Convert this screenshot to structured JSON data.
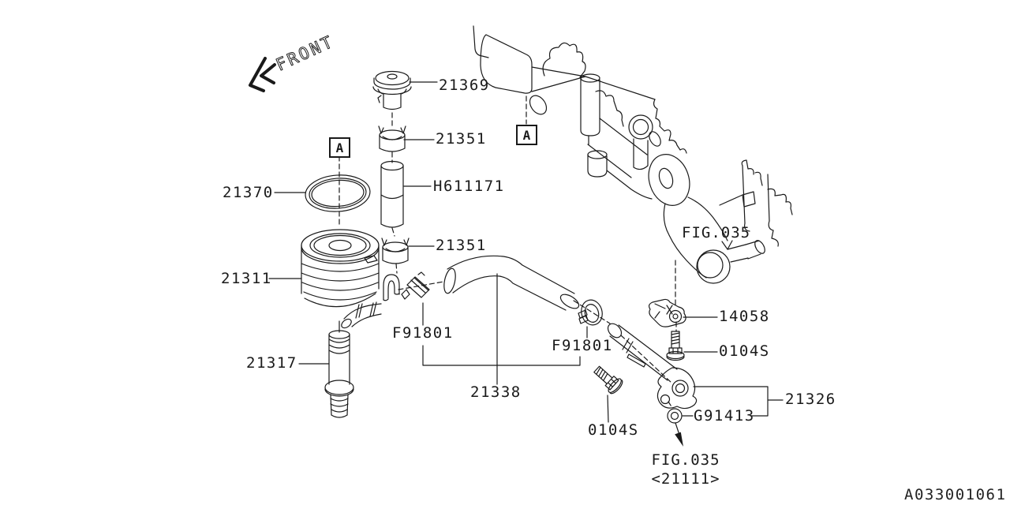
{
  "diagram": {
    "front_label": "FRONT",
    "view_marker": "A",
    "drawing_number": "A033001061",
    "callouts": {
      "p21369": "21369",
      "p21351_upper": "21351",
      "h611171": "H611171",
      "p21370": "21370",
      "p21351_lower": "21351",
      "p21311": "21311",
      "p21317": "21317",
      "f91801_left": "F91801",
      "f91801_right": "F91801",
      "p21338": "21338",
      "p14058": "14058",
      "s0104_upper": "0104S",
      "s0104_lower": "0104S",
      "p21326": "21326",
      "g91413": "G91413"
    },
    "figure_refs": {
      "engine": "FIG.035",
      "bottom": "FIG.035",
      "bottom_sub": "<21111>"
    }
  }
}
